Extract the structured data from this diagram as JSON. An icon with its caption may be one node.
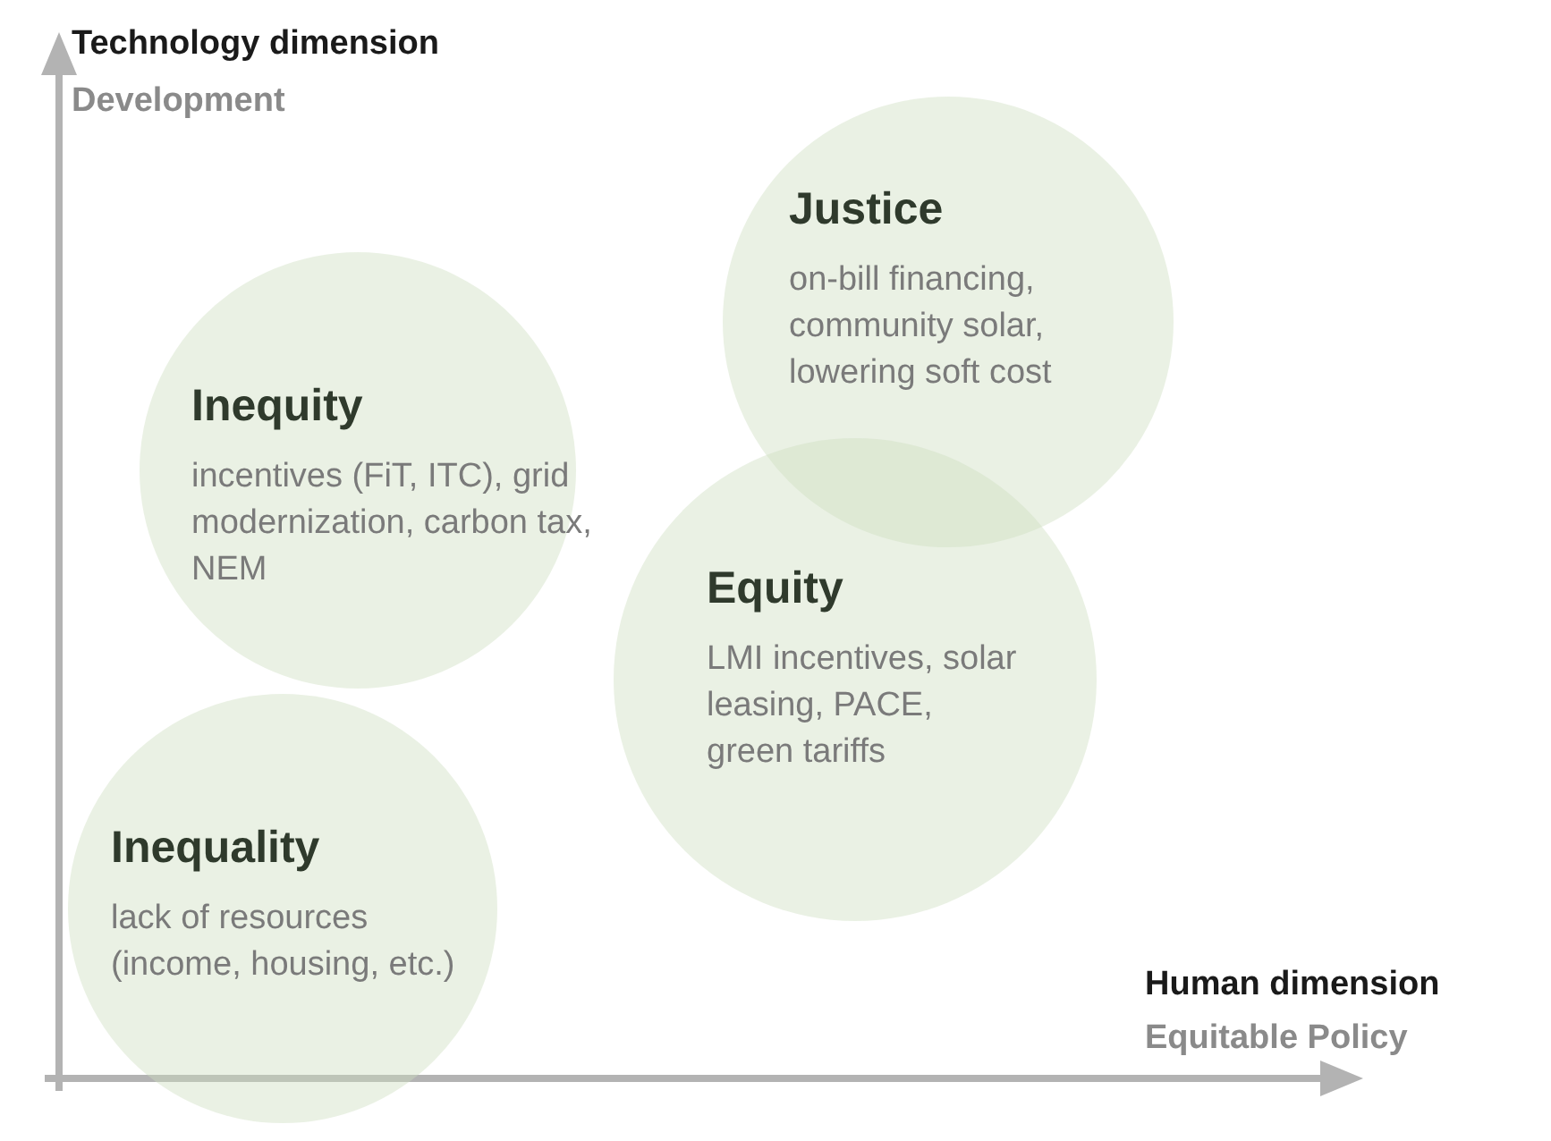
{
  "diagram": {
    "nodes": [
      {
        "text": [
          "Justice",
          "on-bill financing, community solar, lowering soft cost"
        ]
      },
      {
        "text": [
          "Inequity",
          "incentives (FiT, ITC), grid modernization, carbon tax, NEM"
        ]
      },
      {
        "text": [
          "Equity",
          "LMI incentives, solar leasing, PACE, green tariffs"
        ]
      },
      {
        "text": [
          "Inequality",
          "lack of resources (income, housing, etc.)"
        ]
      }
    ],
    "labels": [
      "Technology dimension",
      "Development",
      "Human dimension",
      "Equitable Policy"
    ]
  }
}
